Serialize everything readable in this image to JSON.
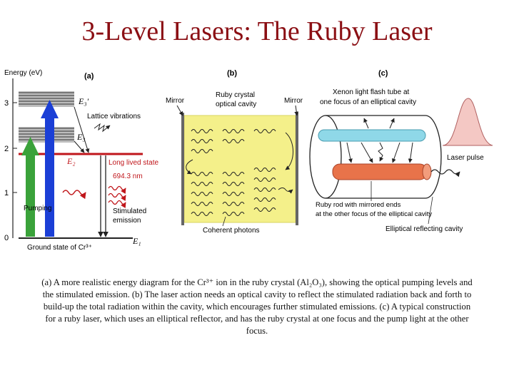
{
  "title": "3-Level Lasers: The Ruby Laser",
  "panel_a": {
    "tag": "(a)",
    "axis_label": "Energy (eV)",
    "ticks": [
      "3",
      "2",
      "1",
      "0"
    ],
    "level_e3p": "E₃′",
    "level_e3": "E₃",
    "level_e2": "E₂",
    "level_e1": "E₁",
    "lattice": "Lattice vibrations",
    "long_lived": "Long lived state",
    "wavelength": "694.3 nm",
    "pumping": "Pumping",
    "stimulated_1": "Stimulated",
    "stimulated_2": "emission",
    "ground": "Ground state of Cr³⁺"
  },
  "panel_b": {
    "tag": "(b)",
    "mirror_left": "Mirror",
    "mirror_right": "Mirror",
    "crystal_1": "Ruby crystal",
    "crystal_2": "optical cavity",
    "coherent": "Coherent photons"
  },
  "panel_c": {
    "tag": "(c)",
    "xenon_1": "Xenon light flash tube at",
    "xenon_2": "one focus of an elliptical cavity",
    "pulse": "Laser pulse",
    "rod_1": "Ruby rod with mirrored ends",
    "rod_2": "at the other focus of the elliptical cavity",
    "reflect": "Elliptical reflecting cavity"
  },
  "caption": "(a) A more realistic energy diagram for the Cr³⁺ ion in the ruby crystal (Al₂O₃), showing the optical pumping levels and the stimulated emission. (b) The laser action needs an optical cavity to reflect the stimulated radiation back and forth to build-up the total radiation within the cavity, which encourages further stimulated emissions. (c) A typical construction for a ruby laser, which uses an elliptical reflector, and has the ruby crystal at one focus and the pump light at the other focus.",
  "colors": {
    "title": "#8b0f14",
    "pump_arrow": "#3aa23a",
    "blue_arrow": "#1b3fd6",
    "long_lived": "#c0161b",
    "crystal": "#f4f08a",
    "flash_tube": "#8fd8e8",
    "ruby_rod": "#e8734a"
  }
}
